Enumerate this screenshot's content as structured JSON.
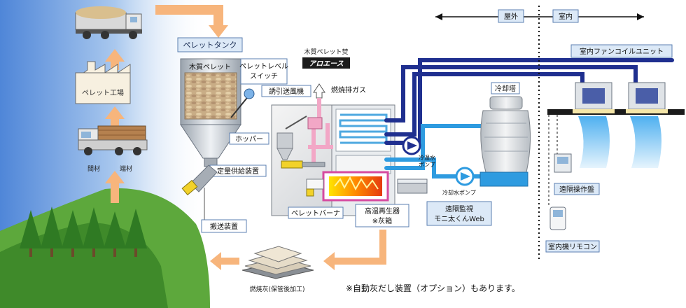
{
  "legend": {
    "outdoor": "屋外",
    "indoor": "室内"
  },
  "labels": {
    "pellet_factory": "ペレット工場",
    "wood_type_1": "間材",
    "wood_type_2": "端材",
    "pellet_tank": "ペレットタンク",
    "wood_pellet": "木質ペレット",
    "level_switch_1": "ペレットレベル",
    "level_switch_2": "スイッチ",
    "brand_caption": "木質ペレット焚",
    "brand_name": "アロエース",
    "induced_fan": "誘引送風機",
    "exhaust_gas": "燃焼排ガス",
    "hopper": "ホッパー",
    "feeder": "定量供給装置",
    "conveyor": "搬送装置",
    "burner": "ペレットバーナ",
    "regenerator": "高温再生器",
    "ash_box": "※灰箱",
    "hot_water_pump_1": "冷温水",
    "hot_water_pump_2": "ポンプ",
    "cooling_water_pump": "冷却水ポンプ",
    "cooling_tower": "冷却塔",
    "fan_coil_unit": "室内ファンコイルユニット",
    "remote_panel": "遠隔操作盤",
    "remote_monitor_1": "遠隔監視",
    "remote_monitor_2": "モニ太くんWeb",
    "remote_control": "室内機リモコン",
    "ash": "燃焼灰(保管後加工)",
    "footnote": "※自動灰だし装置（オプション）もあります。"
  }
}
